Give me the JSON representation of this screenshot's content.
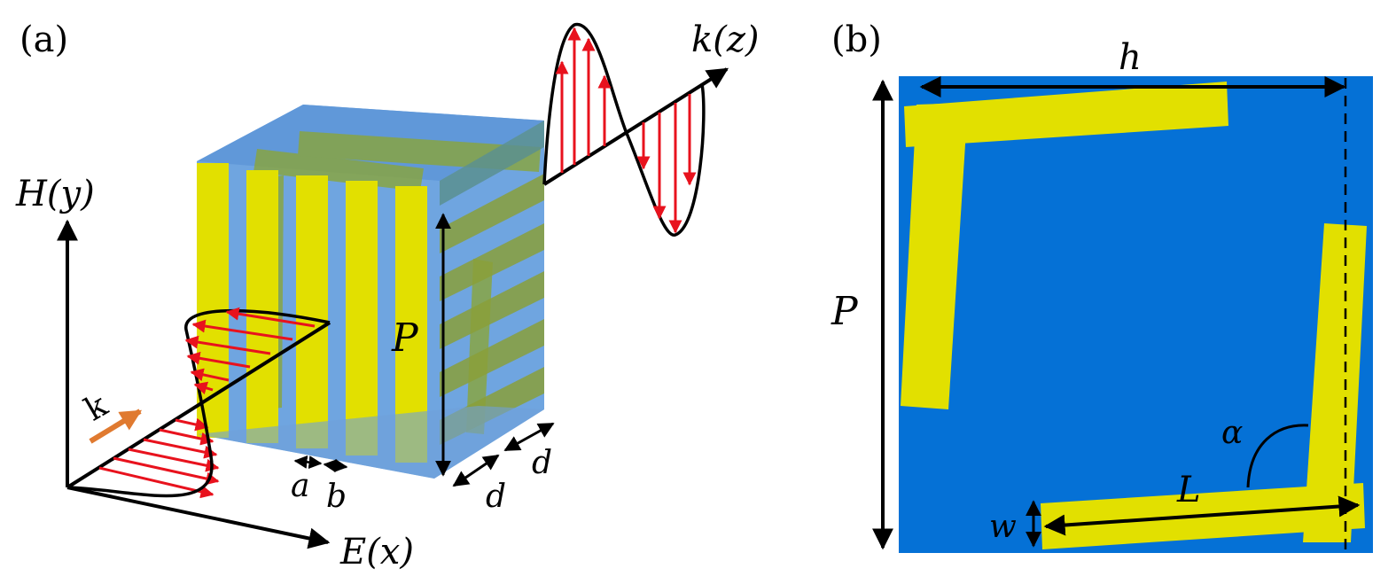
{
  "panel_a": {
    "tag": "(a)",
    "axis_h": "H(y)",
    "axis_e": "E(x)",
    "axis_k": "k(z)",
    "wave_vector": "k",
    "period": "P",
    "gap_a": "a",
    "width_b": "b",
    "depth_d1": "d",
    "depth_d2": "d"
  },
  "panel_b": {
    "tag": "(b)",
    "width_h": "h",
    "period": "P",
    "length": "L",
    "angle": "α",
    "strip_width": "w"
  },
  "colors": {
    "substrate": "#0571d6",
    "metal": "#e2e000",
    "field_arrow": "#e8121d",
    "wave_vector": "#e07a30"
  }
}
